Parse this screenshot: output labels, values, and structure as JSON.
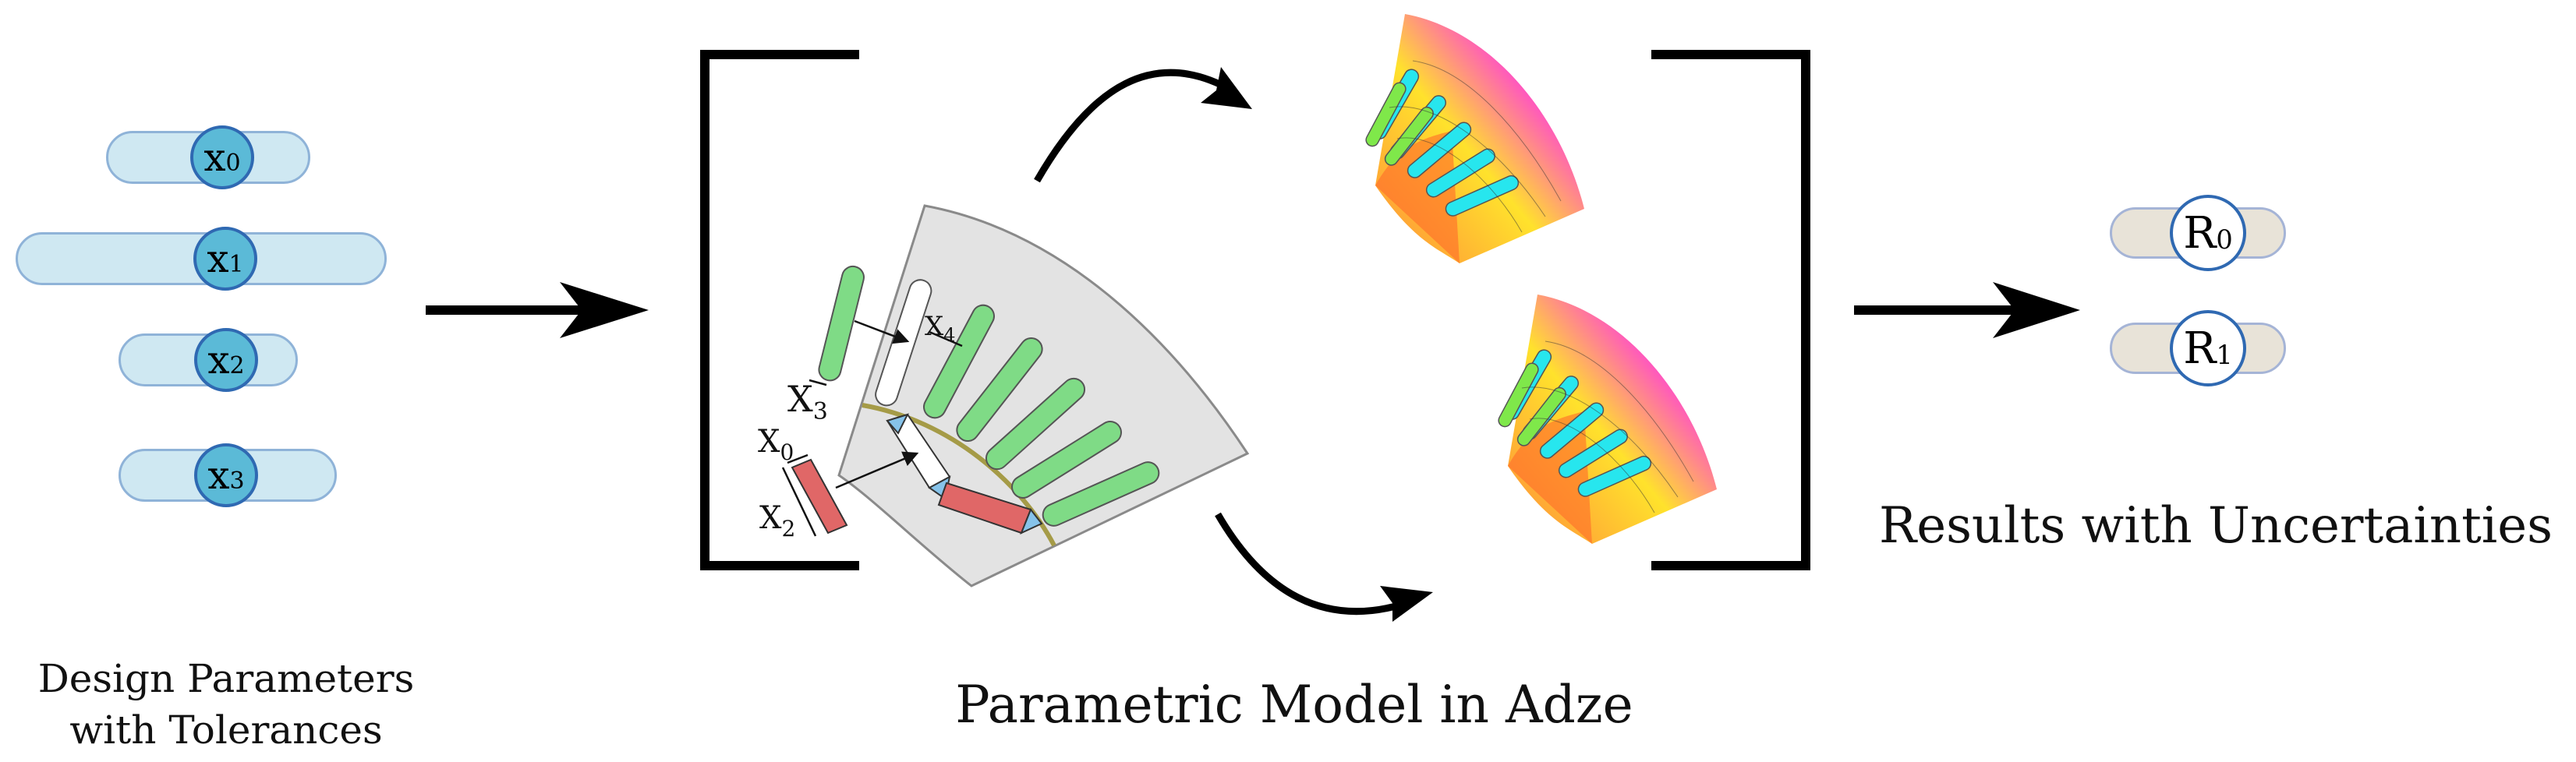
{
  "design_parameters": {
    "caption_line1": "Design Parameters",
    "caption_line2": "with Tolerances",
    "items": [
      {
        "symbol": "x",
        "sub": "0"
      },
      {
        "symbol": "x",
        "sub": "1"
      },
      {
        "symbol": "x",
        "sub": "2"
      },
      {
        "symbol": "x",
        "sub": "3"
      }
    ]
  },
  "model": {
    "caption": "Parametric Model in Adze",
    "labels": {
      "x0": {
        "symbol": "X",
        "sub": "0"
      },
      "x2": {
        "symbol": "X",
        "sub": "2"
      },
      "x3": {
        "symbol": "X",
        "sub": "3"
      },
      "x4": {
        "symbol": "X",
        "sub": "4"
      }
    }
  },
  "results": {
    "caption": "Results with Uncertainties",
    "items": [
      {
        "symbol": "R",
        "sub": "0"
      },
      {
        "symbol": "R",
        "sub": "1"
      }
    ]
  },
  "colors": {
    "param_fill": "#cfe8f2",
    "param_knob": "#5bbad7",
    "knob_border": "#2f69b2",
    "result_fill": "#e8e3d8",
    "lamination": "#e3e3e3",
    "slot_green": "#7fdb86",
    "magnet_red": "#e06767",
    "airgap_olive": "#a59b47"
  }
}
